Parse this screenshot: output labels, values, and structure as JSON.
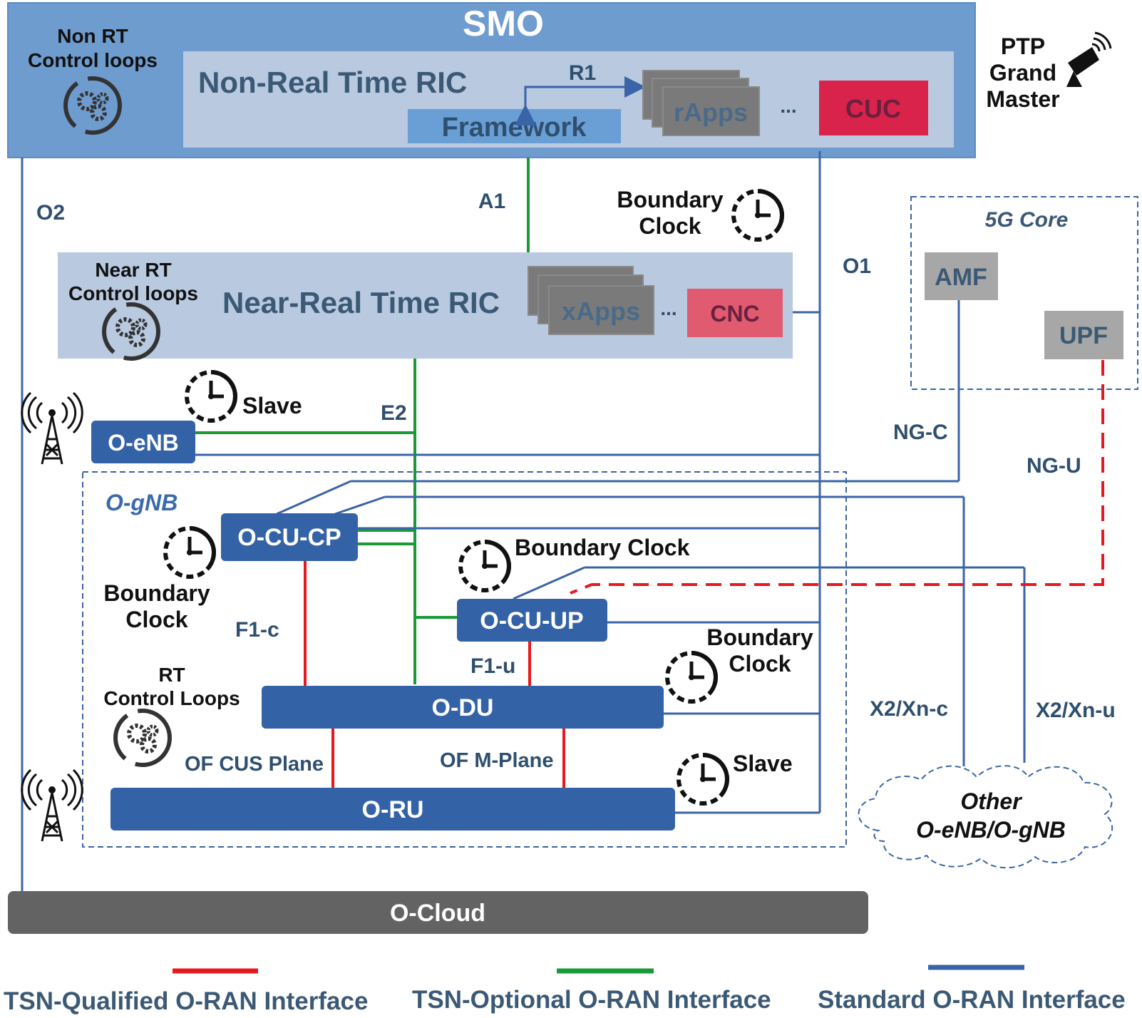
{
  "smo": {
    "title": "SMO",
    "non_rt_loops": "Non RT\nControl loops"
  },
  "non_rt_ric": {
    "title": "Non-Real Time RIC",
    "framework": "Framework",
    "r1": "R1",
    "rapps": "rApps",
    "ellipsis": "...",
    "cuc": "CUC"
  },
  "ptp": {
    "label": "PTP\nGrand\nMaster"
  },
  "interfaces": {
    "o2": "O2",
    "a1": "A1",
    "o1": "O1",
    "e2": "E2",
    "ng_c": "NG-C",
    "ng_u": "NG-U",
    "f1_c": "F1-c",
    "f1_u": "F1-u",
    "x2_xn_c": "X2/Xn-c",
    "x2_xn_u": "X2/Xn-u",
    "of_cus": "OF CUS Plane",
    "of_m": "OF M-Plane"
  },
  "near_rt_ric": {
    "title": "Near-Real Time RIC",
    "loops": "Near RT\nControl loops",
    "xapps": "xApps",
    "ellipsis": "...",
    "cnc": "CNC"
  },
  "core": {
    "title": "5G Core",
    "amf": "AMF",
    "upf": "UPF"
  },
  "clocks": {
    "boundary_top": "Boundary\nClock",
    "slave_enb": "Slave",
    "boundary_cucp": "Boundary\nClock",
    "boundary_cuup": "Boundary Clock",
    "boundary_du": "Boundary\nClock",
    "slave_ru": "Slave"
  },
  "nodes": {
    "oenb": "O-eNB",
    "ognb": "O-gNB",
    "ocucp": "O-CU-CP",
    "ocuup": "O-CU-UP",
    "odu": "O-DU",
    "oru": "O-RU",
    "ocloud": "O-Cloud",
    "other": "Other\nO-eNB/O-gNB"
  },
  "rt_loops": "RT\nControl Loops",
  "legend": {
    "items": [
      {
        "label": "TSN-Qualified O-RAN Interface",
        "color": "#e8191e"
      },
      {
        "label": "TSN-Optional O-RAN Interface",
        "color": "#1a9a36"
      },
      {
        "label": "Standard O-RAN Interface",
        "color": "#3a64a8"
      }
    ]
  },
  "colors": {
    "blue_node": "#3462a6",
    "smo_bg": "#6f9ccf",
    "ric_bg": "#b8c9e0",
    "framework": "#6a9fd6",
    "cuc": "#d9234a",
    "cnc": "#e05b70",
    "app_gray": "#7a7a7a",
    "core_gray": "#a7a7a7",
    "cloud": "#636363",
    "label_dark": "#2f4f6f"
  }
}
